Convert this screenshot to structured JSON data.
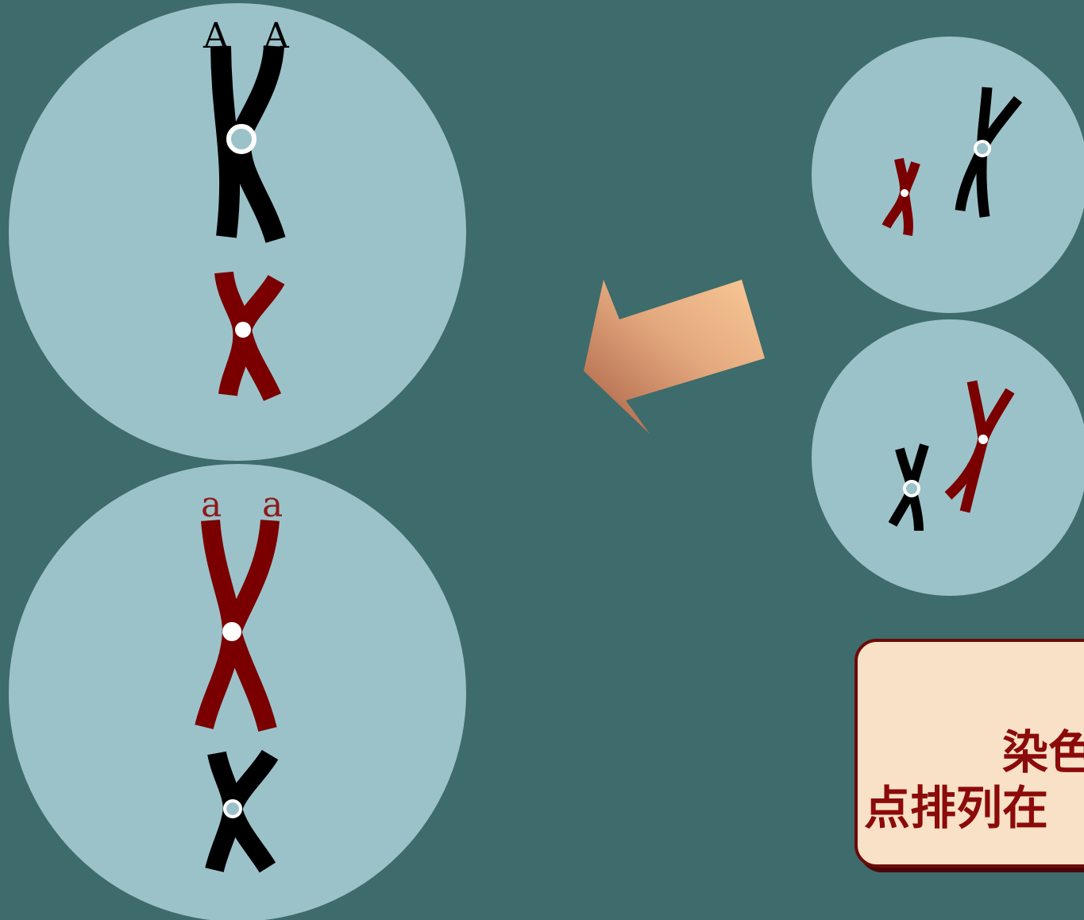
{
  "labels": {
    "allele_dominant_left": "A",
    "allele_dominant_right": "A",
    "allele_recessive_left": "a",
    "allele_recessive_right": "a"
  },
  "note": {
    "line1": "染色",
    "line2": "点排列在"
  },
  "colors": {
    "background": "#3e6b6b",
    "cell": "#9cc2c9",
    "chromosome_black": "#000000",
    "chromosome_red": "#7a0000",
    "note_fill": "#f8e1c6",
    "note_border": "#6b0a0a",
    "note_text": "#8b0a0a",
    "arrow_light": "#f9c995",
    "arrow_dark": "#b06848"
  },
  "icons": {
    "arrow": "left-pointing-block-arrow"
  }
}
